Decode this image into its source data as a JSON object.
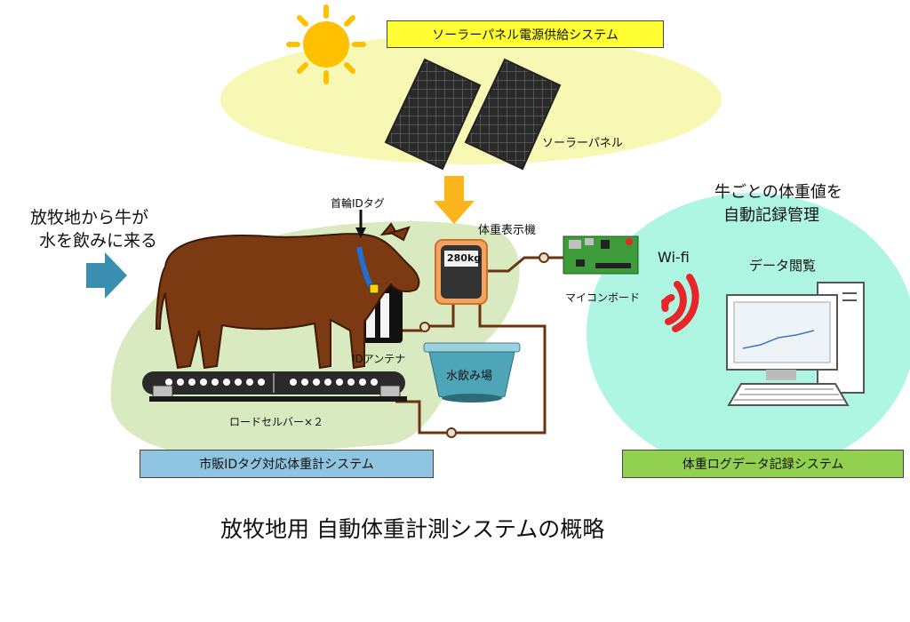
{
  "labels": {
    "solar_system": "ソーラーパネル電源供給システム",
    "solar_panel": "ソーラーパネル",
    "arrival_line1": "放牧地から牛が",
    "arrival_line2": "水を飲みに来る",
    "collar_tag": "首輪IDタグ",
    "display_unit": "体重表示機",
    "display_value": "280kg",
    "microboard": "マイコンボード",
    "wifi": "Wi-fi",
    "record_line1": "牛ごとの体重値を",
    "record_line2": "自動記録管理",
    "data_view": "データ閲覧",
    "antenna": "IDアンテナ",
    "water_trough": "水飲み場",
    "loadcell": "ロードセルバー×２",
    "scale_system": "市販IDタグ対応体重計システム",
    "log_system": "体重ログデータ記録システム",
    "main_title": "放牧地用 自動体重計測システムの概略"
  },
  "colors": {
    "solar_ellipse": "#f6f8b4",
    "scale_ellipse": "#d9eac0",
    "log_ellipse": "#aef5e2",
    "solar_label_bg": "#ffff33",
    "scale_label_bg": "#8fc5e0",
    "log_label_bg": "#92d050",
    "arrow_orange": "#f9b51b",
    "arrow_blue": "#3a8fb0",
    "cow": "#7b3a12",
    "wire": "#6b3410",
    "wifi_red": "#e8262a"
  }
}
